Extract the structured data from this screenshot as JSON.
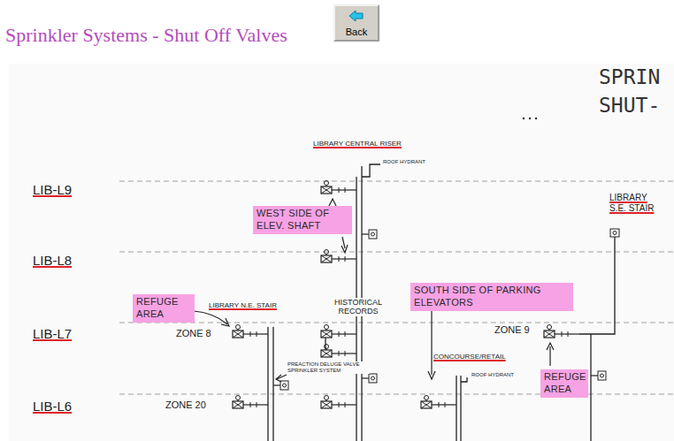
{
  "diagram": {
    "title": "Sprinkler Systems - Shut Off Valves",
    "nodes": [
      {
        "text": [
          "Back"
        ]
      },
      {
        "text": [
          "WEST SIDE OF ELEV. SHAFT"
        ]
      },
      {
        "text": [
          "REFUGE AREA"
        ]
      },
      {
        "text": [
          "SOUTH SIDE OF PARKING ELEVATORS"
        ]
      },
      {
        "text": [
          "REFUGE AREA"
        ]
      }
    ],
    "labels": [
      "SPRIN",
      "SHUT-",
      "LIBRARY CENTRAL RISER",
      "ROOF HYDRANT",
      "LIB-L9",
      "LIBRARY S.E. STAIR",
      "LIB-L8",
      "LIBRARY N.E. STAIR",
      "HISTORICAL RECORDS",
      "LIB-L7",
      "ZONE 8",
      "ZONE 9",
      "PREACTION DELUGE VALVE SPRINKLER SYSTEM",
      "CONCOURSE/RETAIL",
      "ROOF HYDRANT",
      "LIB-L6",
      "ZONE 20"
    ]
  }
}
